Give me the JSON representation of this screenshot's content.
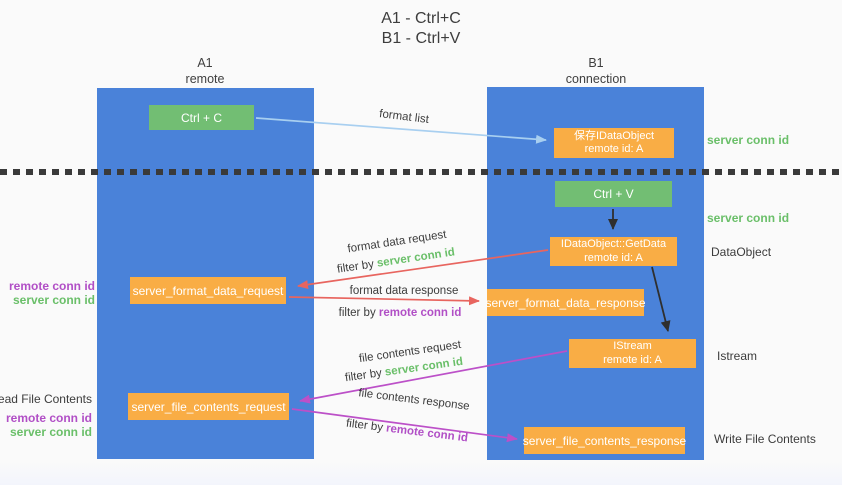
{
  "title": {
    "line1": "A1 - Ctrl+C",
    "line2": "B1 - Ctrl+V"
  },
  "lanes": {
    "left": {
      "title": "A1",
      "subtitle": "remote"
    },
    "right": {
      "title": "B1",
      "subtitle": "connection"
    }
  },
  "nodes": {
    "ctrl_c": {
      "label": "Ctrl + C"
    },
    "ctrl_v": {
      "label": "Ctrl + V"
    },
    "save_idataobject": {
      "line1": "保存IDataObject",
      "line2": "remote id: A"
    },
    "getdata": {
      "line1": "IDataObject::GetData",
      "line2": "remote id: A"
    },
    "istream": {
      "line1": "IStream",
      "line2": "remote id: A"
    },
    "format_request": {
      "label": "server_format_data_request"
    },
    "format_response": {
      "label": "server_format_data_response"
    },
    "file_request": {
      "label": "server_file_contents_request"
    },
    "file_response": {
      "label": "server_file_contents_response"
    }
  },
  "right_labels": {
    "server_conn_id_top": "server conn id",
    "server_conn_id_mid": "server conn id",
    "dataobject": "DataObject",
    "istream": "Istream",
    "write_file_contents": "Write File Contents"
  },
  "left_labels": {
    "remote_conn_id_format": "remote conn id",
    "server_conn_id_format": "server conn id",
    "read_file_contents": "Read File Contents",
    "remote_conn_id_file": "remote conn id",
    "server_conn_id_file": "server conn id"
  },
  "arrow_labels": {
    "format_list": "format list",
    "format_data_request": "format data request",
    "format_data_response": "format data response",
    "file_contents_request": "file contents request",
    "file_contents_response": "file contents response",
    "filter_by": "filter by",
    "server_conn_id": "server conn id",
    "remote_conn_id": "remote conn id"
  },
  "colors": {
    "lane_blue": "#4a82d9",
    "node_green": "#72be73",
    "node_orange": "#f9ad45",
    "accent_green": "#6abf69",
    "accent_purple": "#b14fc6",
    "arrow_red": "#e8655f",
    "arrow_magenta": "#bc50c8",
    "arrow_lightblue": "#a8cff0",
    "arrow_black": "#2f2f2f"
  }
}
